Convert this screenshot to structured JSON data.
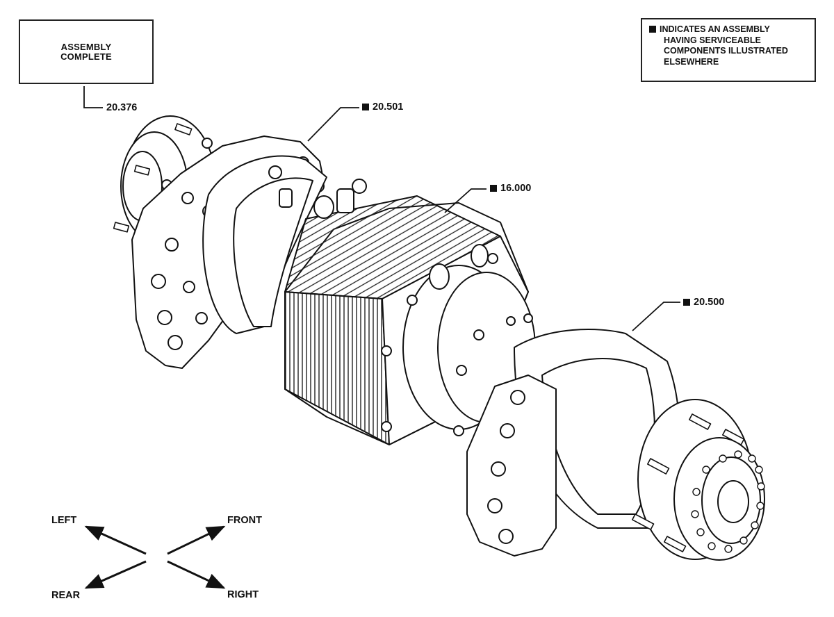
{
  "assembly_box": {
    "line1": "ASSEMBLY",
    "line2": "COMPLETE"
  },
  "legend": {
    "line1": "INDICATES AN ASSEMBLY",
    "line2": "HAVING SERVICEABLE",
    "line3": "COMPONENTS ILLUSTRATED",
    "line4": "ELSEWHERE"
  },
  "callouts": {
    "c20376": "20.376",
    "c20501": "20.501",
    "c16000": "16.000",
    "c20500": "20.500"
  },
  "directions": {
    "left": "LEFT",
    "front": "FRONT",
    "rear": "REAR",
    "right": "RIGHT"
  }
}
